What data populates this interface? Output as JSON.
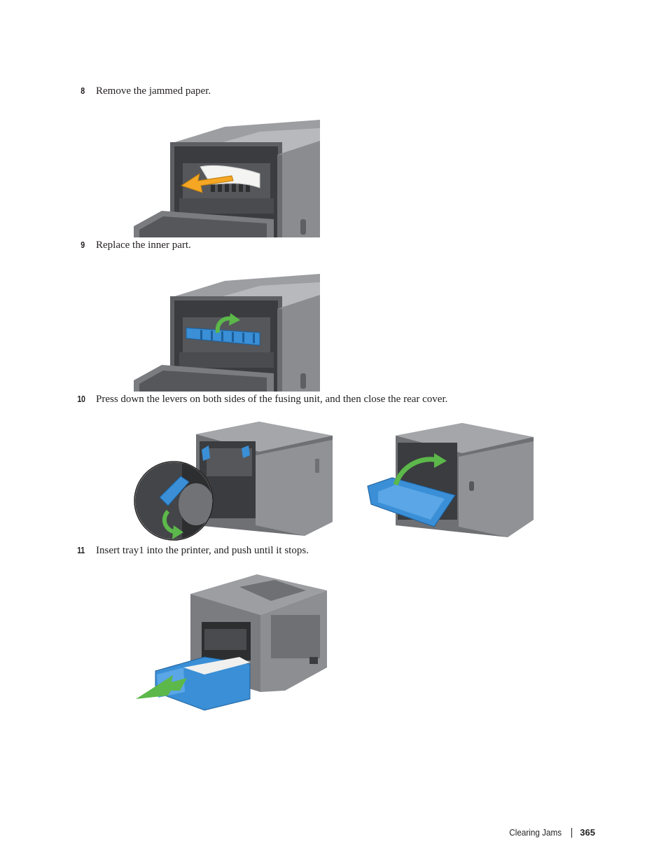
{
  "steps": [
    {
      "number": "8",
      "text": "Remove the jammed paper."
    },
    {
      "number": "9",
      "text": "Replace the inner part."
    },
    {
      "number": "10",
      "text": "Press down the levers on both sides of the fusing unit, and then close the rear cover."
    },
    {
      "number": "11",
      "text": "Insert tray1 into the printer, and push until it stops."
    }
  ],
  "footer": {
    "section": "Clearing Jams",
    "page": "365"
  },
  "colors": {
    "accent_orange": "#f5a623",
    "accent_green": "#5cb84a",
    "accent_blue": "#3a8fd6",
    "printer_gray": "#7a7c80"
  }
}
